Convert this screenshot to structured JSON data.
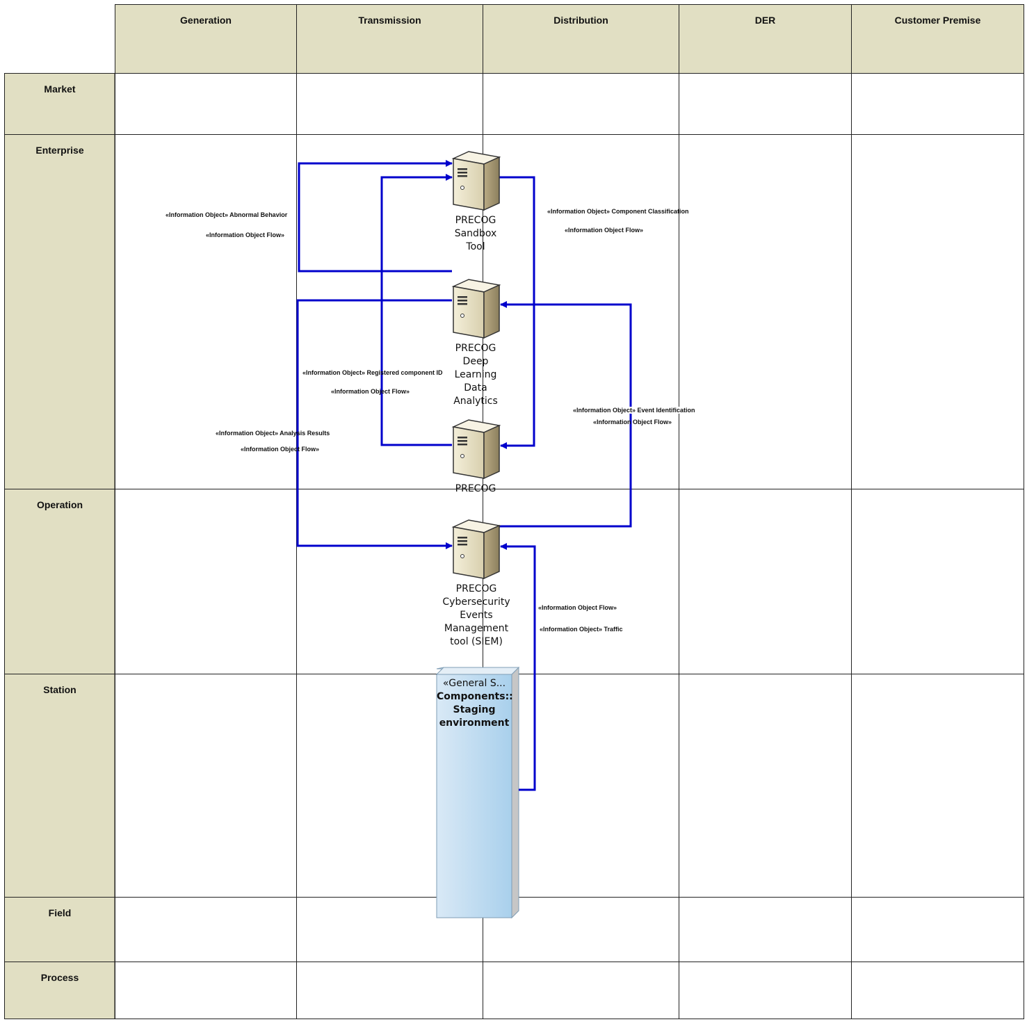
{
  "columns": [
    "Generation",
    "Transmission",
    "Distribution",
    "DER",
    "Customer Premise"
  ],
  "rows": [
    "Market",
    "Enterprise",
    "Operation",
    "Station",
    "Field",
    "Process"
  ],
  "nodes": {
    "sandbox": "PRECOG\nSandbox\nTool",
    "deep_learning": "PRECOG\nDeep\nLearning\nData\nAnalytics",
    "precog": "PRECOG",
    "siem": "PRECOG\nCybersecurity\nEvents\nManagement\ntool (SIEM)"
  },
  "staging": {
    "stereotype": "«General S...",
    "line1": "Components::",
    "line2": "Staging",
    "line3": "environment"
  },
  "flows": {
    "abnormal_object": "«Information Object» Abnormal Behavior",
    "abnormal_flow": "«Information Object Flow»",
    "component_object": "«Information Object» Component Classification",
    "component_flow": "«Information Object Flow»",
    "registered_object": "«Information Object» Registered component ID",
    "registered_flow": "«Information Object Flow»",
    "analysis_object": "«Information Object» Analysis Results",
    "analysis_flow": "«Information Object Flow»",
    "event_object": "«Information Object» Event Identification",
    "event_flow": "«Information Object Flow»",
    "traffic_flow": "«Information Object Flow»",
    "traffic_object": "«Information Object» Traffic"
  },
  "colors": {
    "header_fill": "#e1dfc3",
    "flow_line": "#0000cc",
    "staging_fill": "#b9d9ef"
  }
}
